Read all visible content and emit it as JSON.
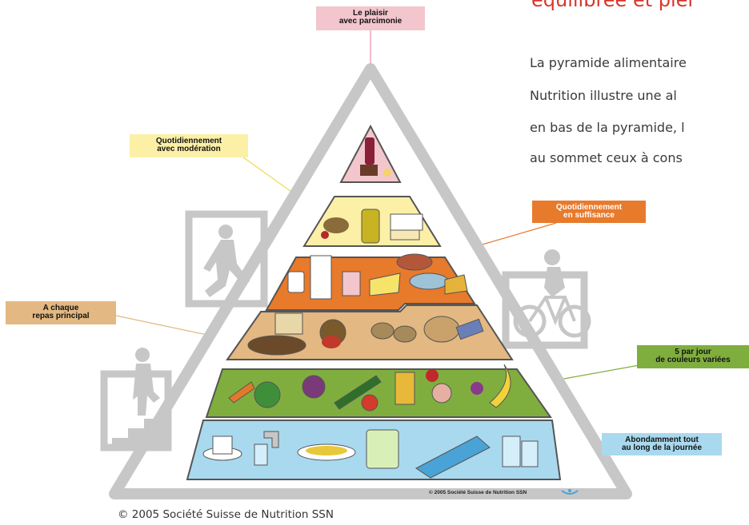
{
  "heading": "équilibrée et plei",
  "paragraph_lines": [
    "La pyramide alimentaire",
    "Nutrition illustre une al",
    "en bas de la pyramide, l",
    "au sommet ceux à cons"
  ],
  "labels": {
    "plaisir": [
      "Le plaisir",
      "avec parcimonie"
    ],
    "moderation": [
      "Quotidiennement",
      "avec modération"
    ],
    "suffisance": [
      "Quotidiennement",
      "en suffisance"
    ],
    "repas_principal": [
      "A chaque",
      "repas principal"
    ],
    "couleurs": [
      "5 par jour",
      "de couleurs variées"
    ],
    "journee": [
      "Abondamment tout",
      "au long de la journée"
    ]
  },
  "inner_copyright": "© 2005 Société Suisse de Nutrition SSN",
  "caption": "© 2005 Société Suisse de Nutrition SSN",
  "colors": {
    "plaisir_tier": "#f2c6cc",
    "moderation_tier": "#fbf0a6",
    "suffisance_tier": "#e87a2c",
    "principal_tier": "#e3b882",
    "couleurs_tier": "#7fae3f",
    "journee_tier": "#a9d9ee",
    "heading": "#d8352a",
    "pyramid_frame": "#c7c7c7"
  },
  "icons": [
    "running-woman-icon",
    "cyclist-icon",
    "stairs-climber-icon",
    "ssn-logo-icon"
  ]
}
